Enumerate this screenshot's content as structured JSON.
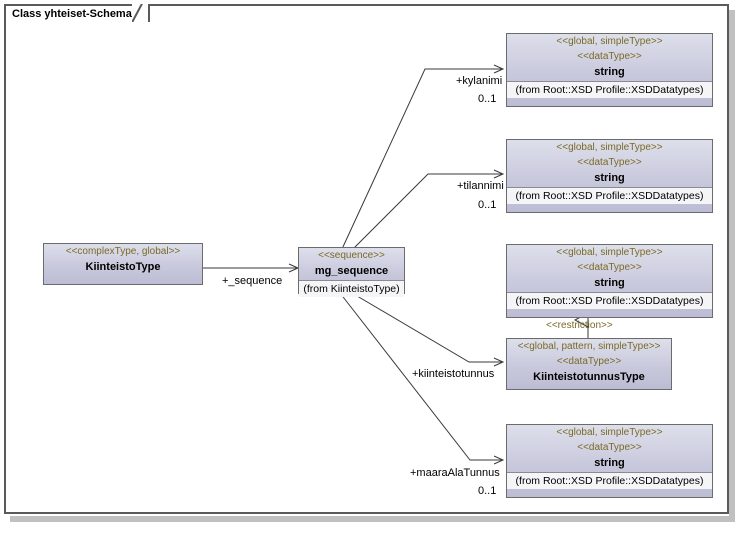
{
  "diagram": {
    "title": "Class yhteiset-Schema"
  },
  "nodes": {
    "kiinteisto_type": {
      "stereotype": "<<complexType, global>>",
      "name": "KiinteistoType"
    },
    "mg_sequence": {
      "stereotype": "<<sequence>>",
      "name": "mg_sequence",
      "from": "(from KiinteistoType)"
    },
    "string_kylanimi": {
      "stereotype1": "<<global, simpleType>>",
      "stereotype2": "<<dataType>>",
      "name": "string",
      "from": "(from Root::XSD Profile::XSDDatatypes)"
    },
    "string_tilannimi": {
      "stereotype1": "<<global, simpleType>>",
      "stereotype2": "<<dataType>>",
      "name": "string",
      "from": "(from Root::XSD Profile::XSDDatatypes)"
    },
    "string_restriction_base": {
      "stereotype1": "<<global, simpleType>>",
      "stereotype2": "<<dataType>>",
      "name": "string",
      "from": "(from Root::XSD Profile::XSDDatatypes)"
    },
    "kiinteistotunnus_type": {
      "stereotype1": "<<global, pattern, simpleType>>",
      "stereotype2": "<<dataType>>",
      "name": "KiinteistotunnusType"
    },
    "string_maaraalatunnus": {
      "stereotype1": "<<global, simpleType>>",
      "stereotype2": "<<dataType>>",
      "name": "string",
      "from": "(from Root::XSD Profile::XSDDatatypes)"
    }
  },
  "edges": {
    "sequence": {
      "role": "+_sequence",
      "multiplicity": ""
    },
    "kylanimi": {
      "role": "+kylanimi",
      "multiplicity": "0..1"
    },
    "tilannimi": {
      "role": "+tilannimi",
      "multiplicity": "0..1"
    },
    "kiinteistotunnus": {
      "role": "+kiinteistotunnus",
      "multiplicity": ""
    },
    "maaraalatunnus": {
      "role": "+maaraAlaTunnus",
      "multiplicity": "0..1"
    },
    "restriction": {
      "stereotype": "<<restriction>>"
    }
  },
  "colors": {
    "box_fill_top": "#dddfeb",
    "box_fill_bottom": "#bcbcd4",
    "box_border": "#6b6b6b",
    "stereotype_text": "#7a6a26",
    "frame_border": "#5a5a5a",
    "line": "#3a3a3a"
  }
}
